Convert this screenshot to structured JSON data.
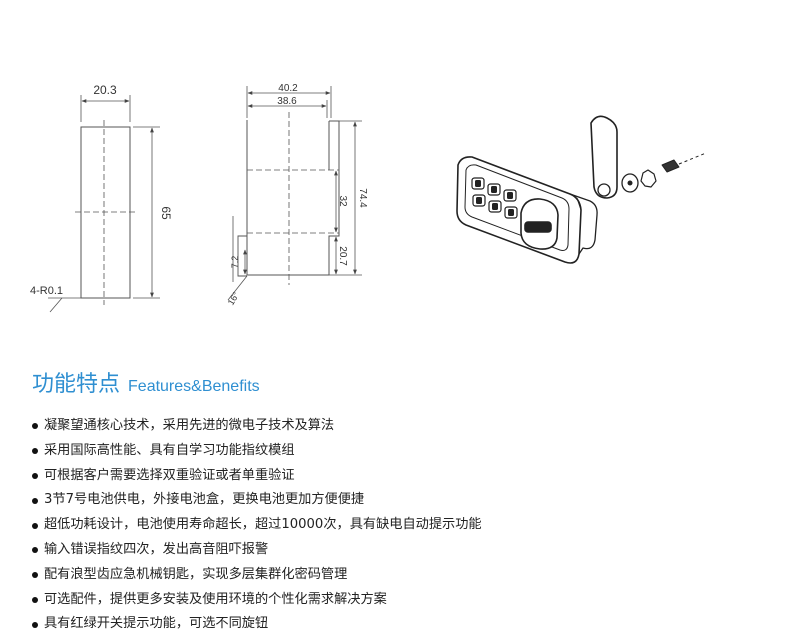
{
  "drawings": {
    "left": {
      "width_label": "20.3",
      "height_label": "65",
      "radius_label": "4-R0.1"
    },
    "middle": {
      "outer_width_label": "40.2",
      "inner_width_label": "38.6",
      "total_height_label": "74.4",
      "upper_height_label": "32",
      "lower_height_label": "20.7",
      "tab_height_label": "7.2",
      "angle_label": "16°"
    }
  },
  "section": {
    "title_cn": "功能特点",
    "title_en": "Features&Benefits"
  },
  "features": [
    "凝聚望通核心技术，采用先进的微电子技术及算法",
    "采用国际高性能、具有自学习功能指纹模组",
    "可根据客户需要选择双重验证或者单重验证",
    "3节7号电池供电，外接电池盒，更换电池更加方便便捷",
    "超低功耗设计，电池使用寿命超长，超过10000次，具有缺电自动提示功能",
    "输入错误指纹四次，发出高音阻吓报警",
    "配有浪型齿应急机械钥匙，实现多层集群化密码管理",
    "可选配件，提供更多安装及使用环境的个性化需求解决方案",
    "具有红绿开关提示功能，可选不同旋钮"
  ]
}
